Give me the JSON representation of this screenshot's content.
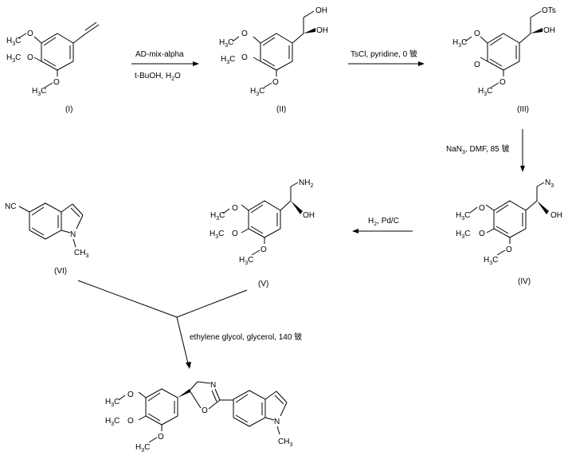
{
  "colors": {
    "ink": "#000000",
    "background": "#ffffff"
  },
  "atoms": {
    "methoxy": "O",
    "methyl_C": "H",
    "methyl_sub": "3",
    "methyl_C2": "C",
    "hydroxyl": "OH",
    "tosylate": "OTs",
    "azide": "N",
    "azide_sub": "3",
    "amine": "NH",
    "amine_sub": "2",
    "nitrile": "NC",
    "ring_N": "N",
    "ring_O": "O",
    "ring_N_oxazoline": "N"
  },
  "compounds": {
    "I": "(I)",
    "II": "(II)",
    "III": "(III)",
    "IV": "(IV)",
    "V": "(V)",
    "VI": "(VI)"
  },
  "steps": {
    "s1_top": "AD-mix-alpha",
    "s1_bottom": "t-BuOH, H",
    "s1_bottom_sub": "2",
    "s1_bottom_end": "O",
    "s2": "TsCl, pyridine, 0 铍",
    "s3_a": "NaN",
    "s3_sub": "3",
    "s3_b": ", DMF, 85 铍",
    "s4_a": "H",
    "s4_sub": "2",
    "s4_b": ", Pd/C",
    "s5": "ethylene glycol, glycerol, 140 铍"
  }
}
